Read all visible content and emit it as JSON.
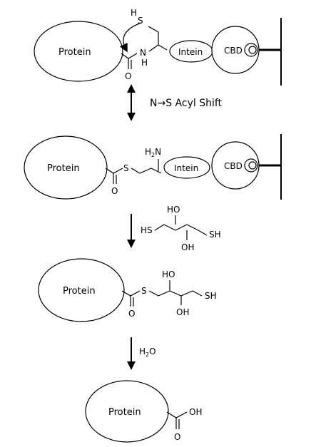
{
  "labels": {
    "protein": "Protein",
    "intein": "Intein",
    "cbd": "CBD",
    "acyl_shift": "N→S Acyl Shift",
    "sh": "SH",
    "hs": "HS",
    "ho": "HO",
    "oh": "OH",
    "h2n": "H2N",
    "nh_n": "N",
    "nh_h": "H",
    "o": "O",
    "s": "S",
    "h_of_hs": "H",
    "s_of_hs": "S",
    "h2o": "H2O"
  }
}
